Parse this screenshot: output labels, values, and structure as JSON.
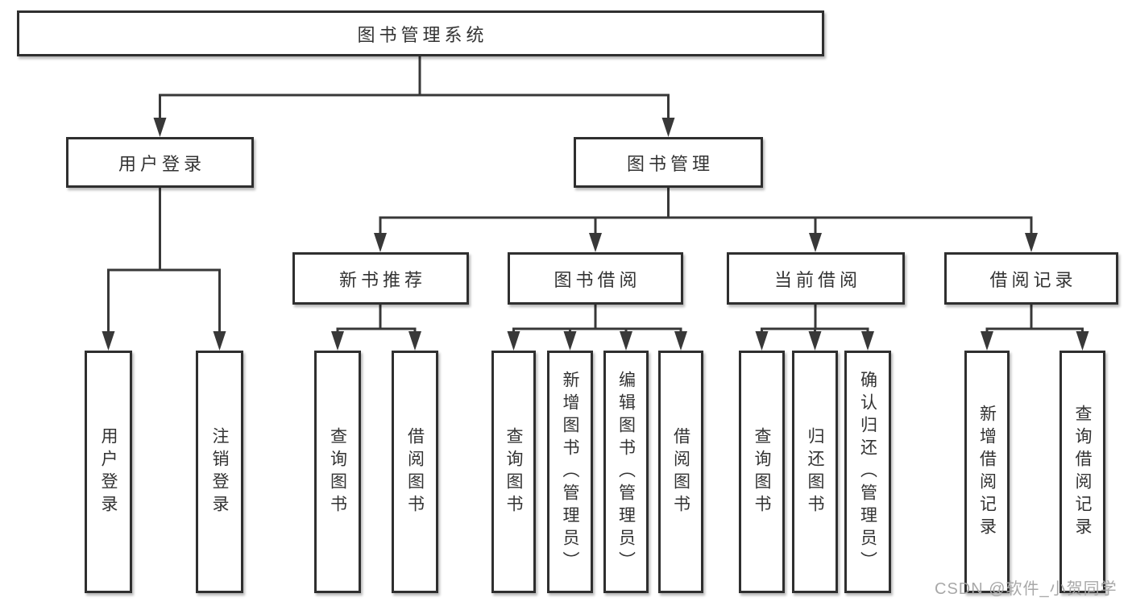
{
  "tree": {
    "label": "图书管理系统",
    "children": [
      {
        "label": "用户登录",
        "children": [
          {
            "label": "用户登录"
          },
          {
            "label": "注销登录"
          }
        ]
      },
      {
        "label": "图书管理",
        "children": [
          {
            "label": "新书推荐",
            "children": [
              {
                "label": "查询图书"
              },
              {
                "label": "借阅图书"
              }
            ]
          },
          {
            "label": "图书借阅",
            "children": [
              {
                "label": "查询图书"
              },
              {
                "label": "新增图书（管理员）"
              },
              {
                "label": "编辑图书（管理员）"
              },
              {
                "label": "借阅图书"
              }
            ]
          },
          {
            "label": "当前借阅",
            "children": [
              {
                "label": "查询图书"
              },
              {
                "label": "归还图书"
              },
              {
                "label": "确认归还（管理员）"
              }
            ]
          },
          {
            "label": "借阅记录",
            "children": [
              {
                "label": "新增借阅记录"
              },
              {
                "label": "查询借阅记录"
              }
            ]
          }
        ]
      }
    ]
  },
  "watermark": {
    "text": "CSDN @软件_小贺同学"
  },
  "colors": {
    "line": "#383838",
    "box_border": "#2f2f2f",
    "text": "#333333",
    "watermark_color": "#a8a8a8",
    "background": "#ffffff"
  }
}
